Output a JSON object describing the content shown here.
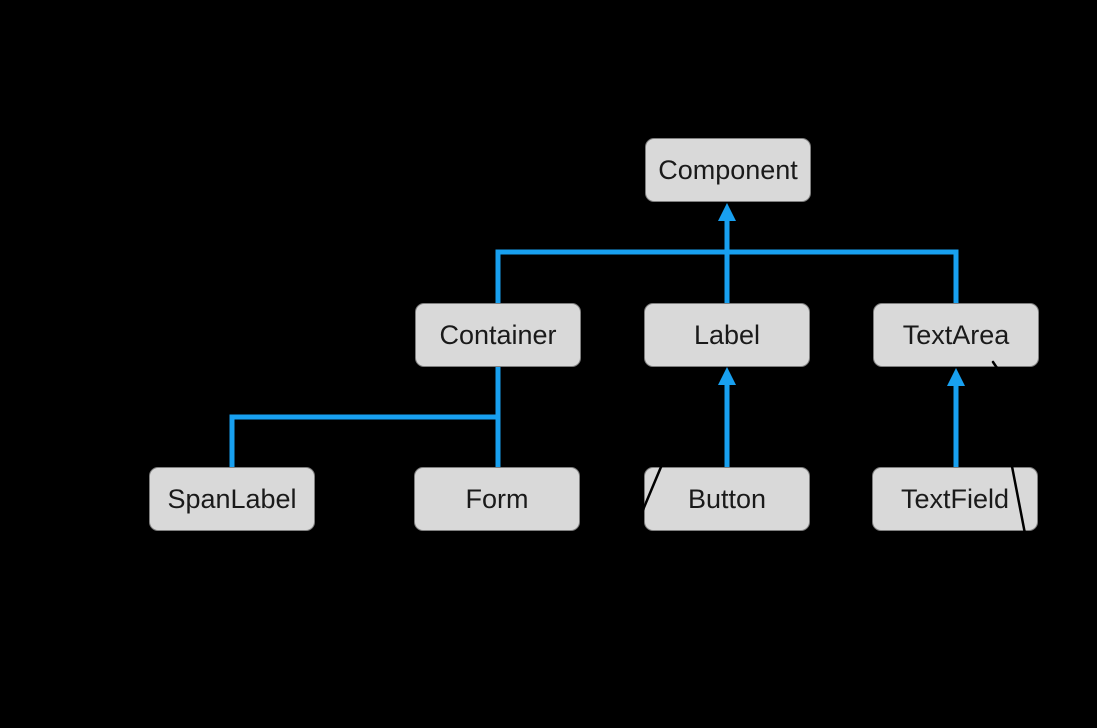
{
  "diagram": {
    "background_color": "#000000",
    "nodes": [
      {
        "id": "component",
        "label": "Component"
      },
      {
        "id": "container",
        "label": "Container"
      },
      {
        "id": "label",
        "label": "Label"
      },
      {
        "id": "textarea",
        "label": "TextArea"
      },
      {
        "id": "spanlabel",
        "label": "SpanLabel"
      },
      {
        "id": "form",
        "label": "Form"
      },
      {
        "id": "button",
        "label": "Button"
      },
      {
        "id": "textfield",
        "label": "TextField"
      }
    ],
    "edges": [
      {
        "from": "Container",
        "to": "Component",
        "arrowhead_at_parent": true
      },
      {
        "from": "Label",
        "to": "Component",
        "arrowhead_at_parent": true
      },
      {
        "from": "TextArea",
        "to": "Component",
        "arrowhead_at_parent": true
      },
      {
        "from": "SpanLabel",
        "to": "Container",
        "arrowhead_at_parent": false
      },
      {
        "from": "Form",
        "to": "Container",
        "arrowhead_at_parent": false
      },
      {
        "from": "Button",
        "to": "Label",
        "arrowhead_at_parent": true
      },
      {
        "from": "TextField",
        "to": "TextArea",
        "arrowhead_at_parent": true
      }
    ],
    "colors": {
      "connector_blue": "#18A0F0",
      "node_fill": "#D9D9D9",
      "node_border": "#7F7F7F",
      "node_text": "#1A1A1A",
      "annotation_stroke": "#000000"
    },
    "annotations": [
      {
        "type": "pen-stroke",
        "over": "Button left edge"
      },
      {
        "type": "pen-stroke",
        "over": "TextArea bottom edge"
      },
      {
        "type": "pen-stroke",
        "over": "TextField right side"
      }
    ]
  }
}
